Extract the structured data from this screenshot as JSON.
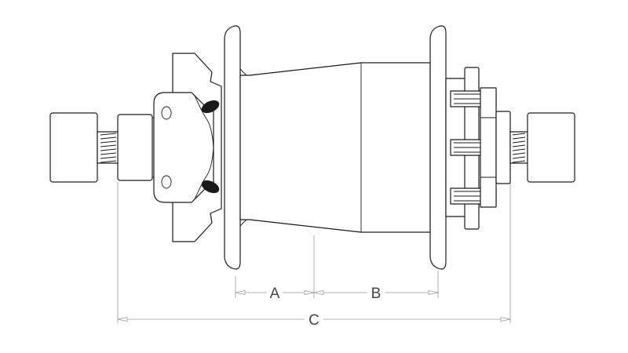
{
  "dimensions": {
    "a": {
      "label": "A"
    },
    "b": {
      "label": "B"
    },
    "c": {
      "label": "C"
    }
  },
  "colors": {
    "outline": "#1a1a1a",
    "dimension": "#9a9a9a",
    "label": "#444444"
  }
}
